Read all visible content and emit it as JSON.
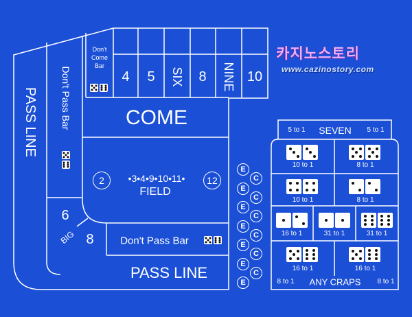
{
  "table": {
    "pass_line_vertical": "PASS LINE",
    "pass_line_bottom": "PASS LINE",
    "dont_pass_bar_vertical": "Don't Pass Bar",
    "dont_pass_bar_bottom": "Don't Pass Bar",
    "dont_come_bar": [
      "Don't",
      "Come",
      "Bar"
    ],
    "come": "COME",
    "field_numbers": "•3•4•9•10•11•",
    "field_label": "FIELD",
    "field_circle_left": "2",
    "field_circle_right": "12",
    "big6": "6",
    "big8": "8",
    "big_label": "BIG",
    "place_numbers": [
      "4",
      "5",
      "SIX",
      "8",
      "NINE",
      "10"
    ]
  },
  "proposition": {
    "seven_label": "SEVEN",
    "seven_odds_left": "5 to 1",
    "seven_odds_right": "5 to 1",
    "hardways": [
      {
        "odds": "10 to 1",
        "dice": [
          3,
          3
        ]
      },
      {
        "odds": "8 to 1",
        "dice": [
          5,
          5
        ]
      },
      {
        "odds": "10 to 1",
        "dice": [
          4,
          4
        ]
      },
      {
        "odds": "8 to 1",
        "dice": [
          2,
          2
        ]
      }
    ],
    "row3": [
      {
        "odds": "16 to 1",
        "dice": [
          1,
          2
        ]
      },
      {
        "odds": "31 to 1",
        "dice": [
          1,
          1
        ]
      },
      {
        "odds": "31 to 1",
        "dice": [
          6,
          6
        ]
      }
    ],
    "row4": [
      {
        "odds": "16 to 1",
        "dice": [
          5,
          6
        ]
      },
      {
        "odds": "16 to 1",
        "dice": [
          5,
          6
        ]
      }
    ],
    "any_craps_label": "ANY CRAPS",
    "any_craps_odds_left": "8 to 1",
    "any_craps_odds_right": "8 to 1",
    "ec_letters": {
      "e": "E",
      "c": "C"
    }
  },
  "watermark": {
    "logo_text": "카지노스토리",
    "url": "www.cazinostory.com"
  },
  "colors": {
    "felt": "#1a4fd6",
    "lines": "#ffffff",
    "die_face": "#ffffff",
    "pip": "#111111"
  }
}
